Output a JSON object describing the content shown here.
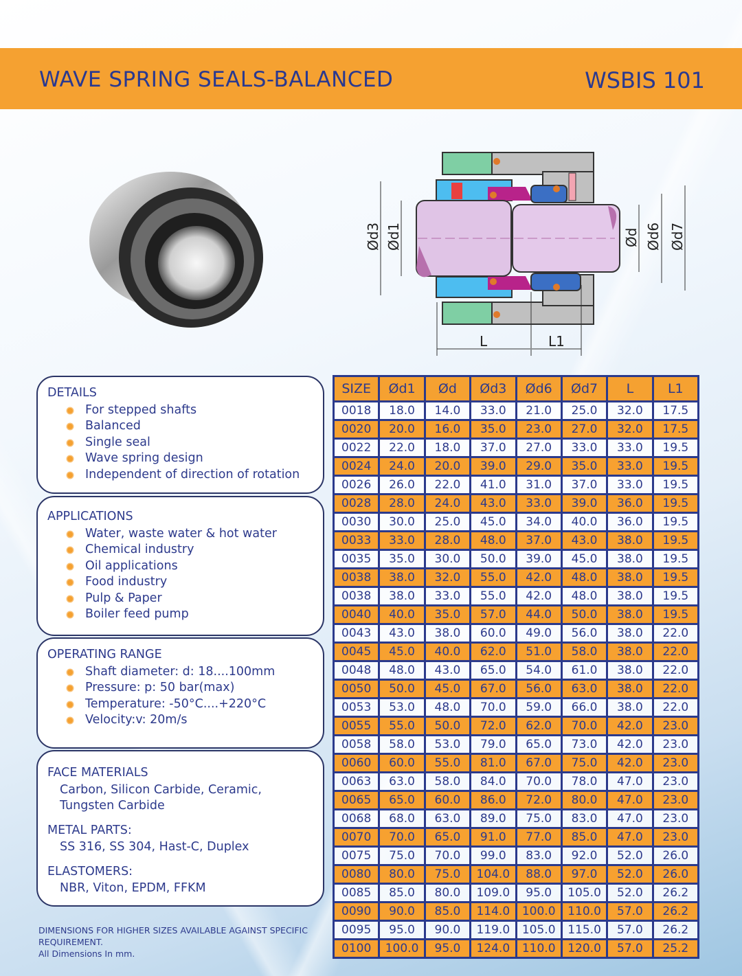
{
  "header": {
    "title": "WAVE SPRING SEALS-BALANCED",
    "code": "WSBIS 101"
  },
  "diagram": {
    "labels": {
      "d3": "Ød3",
      "d1": "Ød1",
      "d": "Ød",
      "d6": "Ød6",
      "d7": "Ød7",
      "L": "L",
      "L1": "L1"
    }
  },
  "details": {
    "title": "DETAILS",
    "items": [
      "For stepped shafts",
      "Balanced",
      "Single seal",
      "Wave spring design",
      "Independent of direction of rotation"
    ]
  },
  "applications": {
    "title": "APPLICATIONS",
    "items": [
      "Water, waste water & hot water",
      "Chemical industry",
      "Oil applications",
      "Food industry",
      "Pulp & Paper",
      "Boiler feed pump"
    ]
  },
  "operating": {
    "title": "OPERATING RANGE",
    "items": [
      "Shaft diameter: d: 18....100mm",
      "Pressure: p: 50 bar(max)",
      "Temperature: -50°C....+220°C",
      "Velocity:v: 20m/s"
    ]
  },
  "materials": {
    "face_title": "FACE MATERIALS",
    "face": "Carbon, Silicon Carbide, Ceramic, Tungsten Carbide",
    "metal_title": "METAL PARTS:",
    "metal": "SS 316, SS 304, Hast-C, Duplex",
    "elast_title": "ELASTOMERS:",
    "elast": "NBR, Viton, EPDM, FFKM"
  },
  "note": {
    "line1": "DIMENSIONS FOR HIGHER SIZES AVAILABLE AGAINST SPECIFIC REQUIREMENT.",
    "line2": "All Dimensions In mm."
  },
  "table": {
    "headers": [
      "SIZE",
      "Ød1",
      "Ød",
      "Ød3",
      "Ød6",
      "Ød7",
      "L",
      "L1"
    ],
    "rows": [
      [
        "0018",
        "18.0",
        "14.0",
        "33.0",
        "21.0",
        "25.0",
        "32.0",
        "17.5"
      ],
      [
        "0020",
        "20.0",
        "16.0",
        "35.0",
        "23.0",
        "27.0",
        "32.0",
        "17.5"
      ],
      [
        "0022",
        "22.0",
        "18.0",
        "37.0",
        "27.0",
        "33.0",
        "33.0",
        "19.5"
      ],
      [
        "0024",
        "24.0",
        "20.0",
        "39.0",
        "29.0",
        "35.0",
        "33.0",
        "19.5"
      ],
      [
        "0026",
        "26.0",
        "22.0",
        "41.0",
        "31.0",
        "37.0",
        "33.0",
        "19.5"
      ],
      [
        "0028",
        "28.0",
        "24.0",
        "43.0",
        "33.0",
        "39.0",
        "36.0",
        "19.5"
      ],
      [
        "0030",
        "30.0",
        "25.0",
        "45.0",
        "34.0",
        "40.0",
        "36.0",
        "19.5"
      ],
      [
        "0033",
        "33.0",
        "28.0",
        "48.0",
        "37.0",
        "43.0",
        "38.0",
        "19.5"
      ],
      [
        "0035",
        "35.0",
        "30.0",
        "50.0",
        "39.0",
        "45.0",
        "38.0",
        "19.5"
      ],
      [
        "0038",
        "38.0",
        "32.0",
        "55.0",
        "42.0",
        "48.0",
        "38.0",
        "19.5"
      ],
      [
        "0038",
        "38.0",
        "33.0",
        "55.0",
        "42.0",
        "48.0",
        "38.0",
        "19.5"
      ],
      [
        "0040",
        "40.0",
        "35.0",
        "57.0",
        "44.0",
        "50.0",
        "38.0",
        "19.5"
      ],
      [
        "0043",
        "43.0",
        "38.0",
        "60.0",
        "49.0",
        "56.0",
        "38.0",
        "22.0"
      ],
      [
        "0045",
        "45.0",
        "40.0",
        "62.0",
        "51.0",
        "58.0",
        "38.0",
        "22.0"
      ],
      [
        "0048",
        "48.0",
        "43.0",
        "65.0",
        "54.0",
        "61.0",
        "38.0",
        "22.0"
      ],
      [
        "0050",
        "50.0",
        "45.0",
        "67.0",
        "56.0",
        "63.0",
        "38.0",
        "22.0"
      ],
      [
        "0053",
        "53.0",
        "48.0",
        "70.0",
        "59.0",
        "66.0",
        "38.0",
        "22.0"
      ],
      [
        "0055",
        "55.0",
        "50.0",
        "72.0",
        "62.0",
        "70.0",
        "42.0",
        "23.0"
      ],
      [
        "0058",
        "58.0",
        "53.0",
        "79.0",
        "65.0",
        "73.0",
        "42.0",
        "23.0"
      ],
      [
        "0060",
        "60.0",
        "55.0",
        "81.0",
        "67.0",
        "75.0",
        "42.0",
        "23.0"
      ],
      [
        "0063",
        "63.0",
        "58.0",
        "84.0",
        "70.0",
        "78.0",
        "47.0",
        "23.0"
      ],
      [
        "0065",
        "65.0",
        "60.0",
        "86.0",
        "72.0",
        "80.0",
        "47.0",
        "23.0"
      ],
      [
        "0068",
        "68.0",
        "63.0",
        "89.0",
        "75.0",
        "83.0",
        "47.0",
        "23.0"
      ],
      [
        "0070",
        "70.0",
        "65.0",
        "91.0",
        "77.0",
        "85.0",
        "47.0",
        "23.0"
      ],
      [
        "0075",
        "75.0",
        "70.0",
        "99.0",
        "83.0",
        "92.0",
        "52.0",
        "26.0"
      ],
      [
        "0080",
        "80.0",
        "75.0",
        "104.0",
        "88.0",
        "97.0",
        "52.0",
        "26.0"
      ],
      [
        "0085",
        "85.0",
        "80.0",
        "109.0",
        "95.0",
        "105.0",
        "52.0",
        "26.2"
      ],
      [
        "0090",
        "90.0",
        "85.0",
        "114.0",
        "100.0",
        "110.0",
        "57.0",
        "26.2"
      ],
      [
        "0095",
        "95.0",
        "90.0",
        "119.0",
        "105.0",
        "115.0",
        "57.0",
        "26.2"
      ],
      [
        "0100",
        "100.0",
        "95.0",
        "124.0",
        "110.0",
        "120.0",
        "57.0",
        "25.2"
      ]
    ]
  }
}
